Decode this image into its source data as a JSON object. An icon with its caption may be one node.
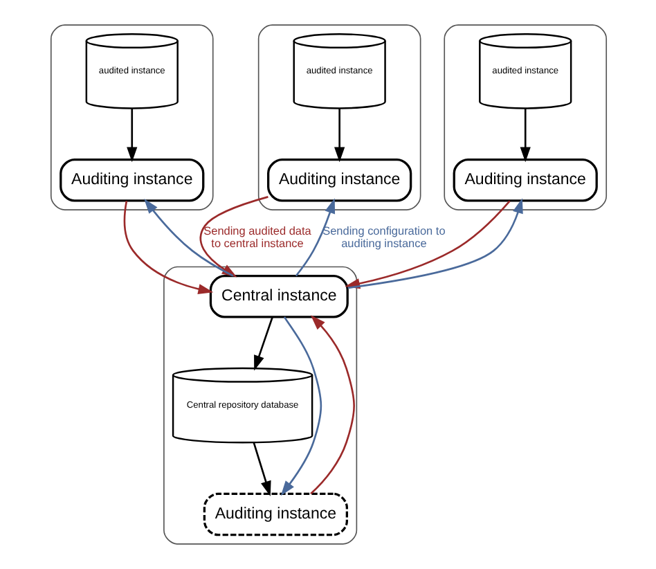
{
  "diagram": {
    "nodes": [
      {
        "text": [],
        "shape": "box"
      },
      {
        "text": [
          "audited instance"
        ],
        "in": 0
      },
      {
        "text": [
          "Auditing instance"
        ],
        "in": 0
      },
      {
        "text": [],
        "shape": "box"
      },
      {
        "text": [
          "audited instance"
        ],
        "in": 3
      },
      {
        "text": [
          "Auditing instance"
        ],
        "in": 3
      },
      {
        "text": [],
        "shape": "box"
      },
      {
        "text": [
          "audited instance"
        ],
        "in": 6
      },
      {
        "text": [
          "Auditing instance"
        ],
        "in": 6
      },
      {
        "text": [],
        "shape": "box"
      },
      {
        "text": [
          "Central instance"
        ],
        "in": 9
      },
      {
        "text": [
          "Central repository database"
        ],
        "in": 9
      },
      {
        "text": [
          "Auditing instance"
        ],
        "in": 9
      }
    ],
    "edges": [
      {
        "from": 1,
        "to": 2,
        "arrow": "to"
      },
      {
        "from": 4,
        "to": 5,
        "arrow": "to"
      },
      {
        "from": 7,
        "to": 8,
        "arrow": "to"
      },
      {
        "from": 2,
        "to": 10,
        "arrow": "to",
        "color": "#9b2a2a"
      },
      {
        "from": 10,
        "to": 2,
        "arrow": "to",
        "color": "#4a6a9b"
      },
      {
        "from": 5,
        "to": 10,
        "arrow": "to",
        "color": "#9b2a2a",
        "label": "Sending audited data to central instance"
      },
      {
        "from": 10,
        "to": 5,
        "arrow": "to",
        "color": "#4a6a9b",
        "label": "Sending configuration to auditing instance"
      },
      {
        "from": 8,
        "to": 10,
        "arrow": "to",
        "color": "#9b2a2a"
      },
      {
        "from": 10,
        "to": 8,
        "arrow": "to",
        "color": "#4a6a9b"
      },
      {
        "from": 10,
        "to": 11,
        "arrow": "to"
      },
      {
        "from": 11,
        "to": 12,
        "arrow": "to"
      },
      {
        "from": 10,
        "to": 12,
        "arrow": "to",
        "color": "#4a6a9b"
      },
      {
        "from": 12,
        "to": 10,
        "arrow": "to",
        "color": "#9b2a2a"
      }
    ]
  }
}
